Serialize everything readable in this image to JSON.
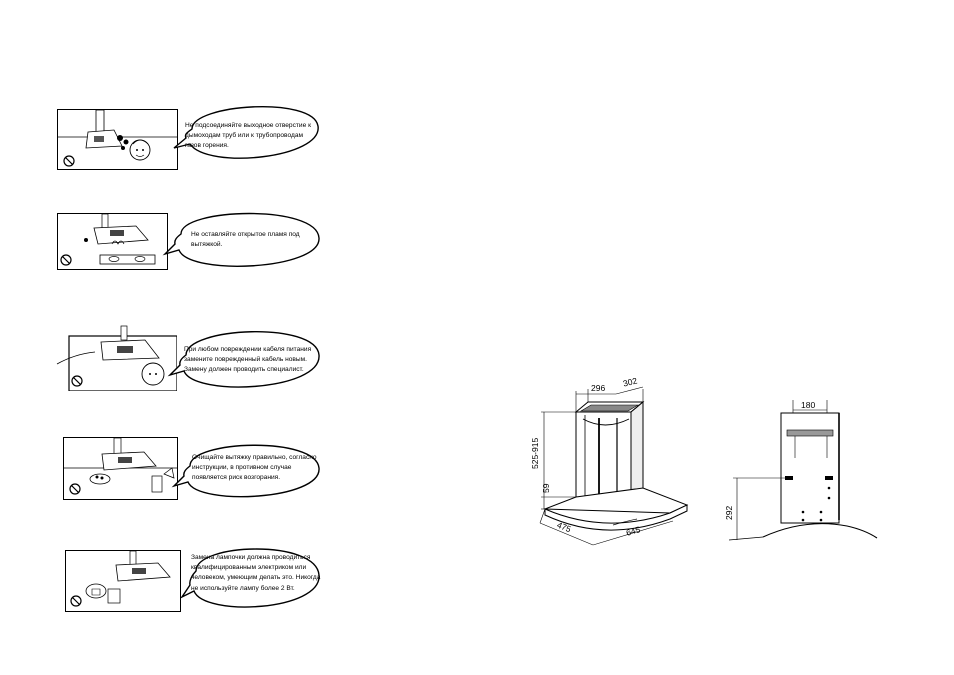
{
  "warnings": [
    {
      "text": "Не подсоединяйте выходное отверстие к\nдымоходам труб или к трубопроводам\nгазов горения.",
      "icon": "no-entry-icon"
    },
    {
      "text": "Не оставляйте открытое пламя под\nвытяжкой.",
      "icon": "no-entry-icon"
    },
    {
      "text": "При любом повреждении кабеля питания\nзамените поврежденный кабель новым.\nЗамену должен проводить специалист.",
      "icon": "no-entry-icon"
    },
    {
      "text": "Очищайте вытяжку правильно, согласно\nинструкции, в противном случае\nпоявляется риск возгорания.",
      "icon": "no-entry-icon"
    },
    {
      "text": "Замена лампочки должна проводиться\nквалифицированным электриком или\nчеловеком, умеющим делать это. Никогда\nне используйте лампу более 2 Вт.",
      "icon": "no-entry-icon"
    }
  ],
  "dimensions_front": {
    "top_width": "296",
    "top_depth": "302",
    "height_range": "525-915",
    "base_height": "59",
    "base_depth": "475",
    "base_width": "645"
  },
  "dimensions_side": {
    "chimney_width": "180",
    "canopy_height": "292"
  }
}
